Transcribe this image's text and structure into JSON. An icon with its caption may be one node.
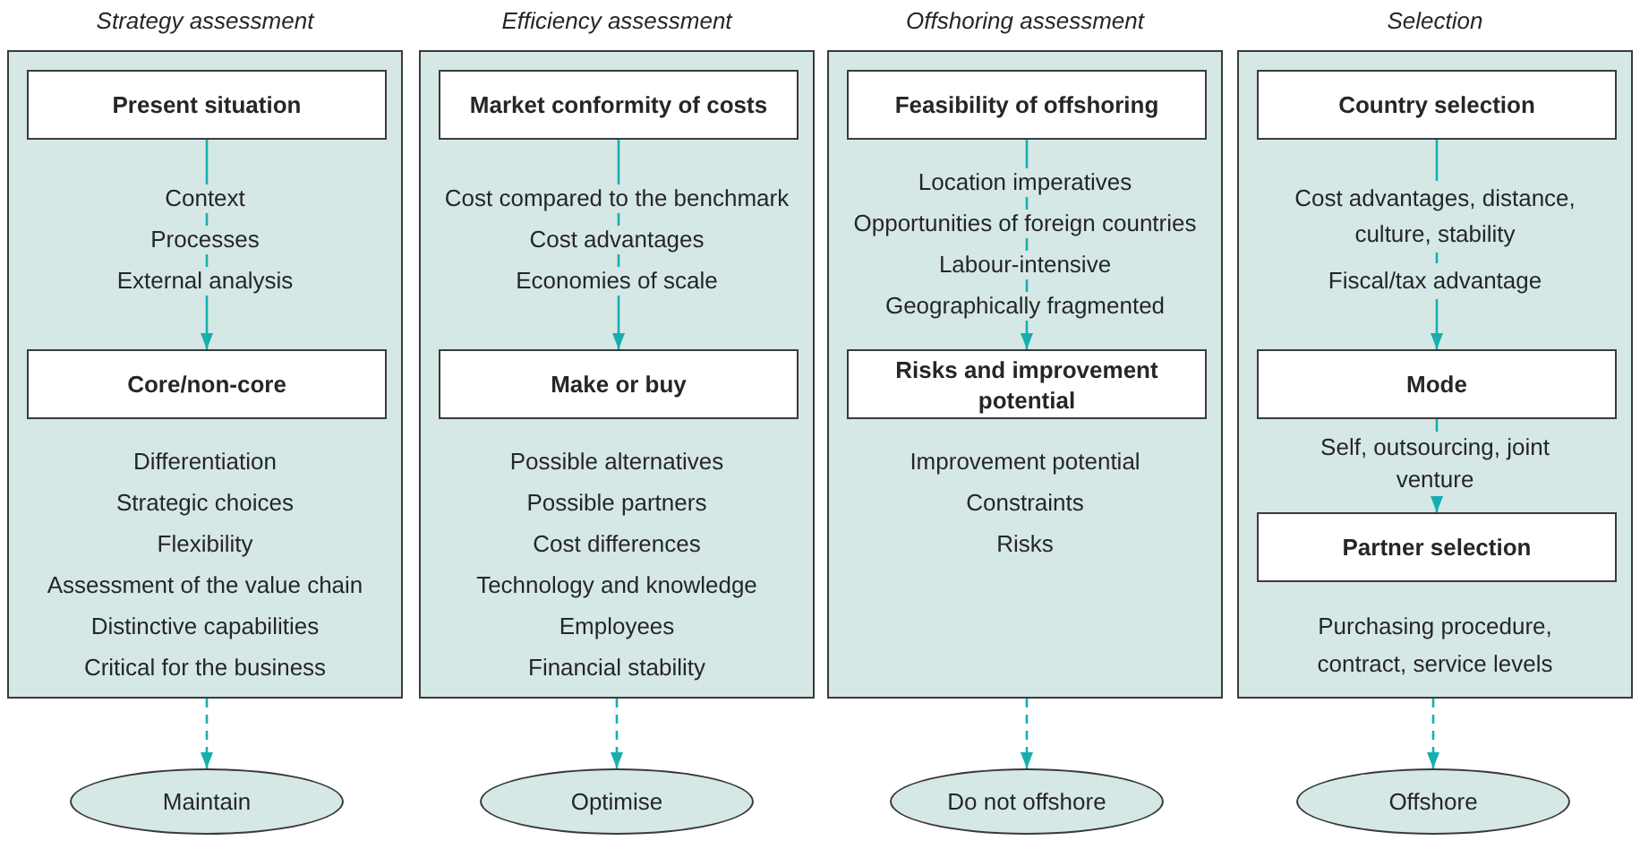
{
  "diagram": {
    "nodes": [
      {
        "text": [
          "Strategy assessment"
        ]
      },
      {
        "text": [
          "Present situation"
        ],
        "in": 0,
        "beside": [
          "Context",
          "Processes",
          "External analysis"
        ]
      },
      {
        "text": [
          "Core/non-core"
        ],
        "in": 0,
        "beside": [
          "Differentiation",
          "Strategic choices",
          "Flexibility",
          "Assessment of the value chain",
          "Distinctive capabilities",
          "Critical for the business"
        ]
      },
      {
        "text": [
          "Efficiency assessment"
        ]
      },
      {
        "text": [
          "Market conformity of costs"
        ],
        "in": 3,
        "beside": [
          "Cost compared to the benchmark",
          "Cost advantages",
          "Economies of scale"
        ]
      },
      {
        "text": [
          "Make or buy"
        ],
        "in": 3,
        "beside": [
          "Possible alternatives",
          "Possible partners",
          "Cost differences",
          "Technology and knowledge",
          "Employees",
          "Financial stability"
        ]
      },
      {
        "text": [
          "Offshoring assessment"
        ]
      },
      {
        "text": [
          "Feasibility of offshoring"
        ],
        "in": 6,
        "beside": [
          "Location imperatives",
          "Opportunities of foreign countries",
          "Labour-intensive",
          "Geographically fragmented"
        ]
      },
      {
        "text": [
          "Risks and improvement potential"
        ],
        "in": 6,
        "beside": [
          "Improvement potential",
          "Constraints",
          "Risks"
        ]
      },
      {
        "text": [
          "Selection"
        ]
      },
      {
        "text": [
          "Country selection"
        ],
        "in": 9,
        "beside": [
          "Cost advantages, distance, culture, stability",
          "Fiscal/tax advantage"
        ]
      },
      {
        "text": [
          "Mode"
        ],
        "in": 9,
        "beside": [
          "Self, outsourcing, joint venture"
        ]
      },
      {
        "text": [
          "Partner selection"
        ],
        "in": 9,
        "beside": [
          "Purchasing procedure, contract, service levels"
        ]
      },
      {
        "text": [
          "Maintain"
        ]
      },
      {
        "text": [
          "Optimise"
        ]
      },
      {
        "text": [
          "Do not offshore"
        ]
      },
      {
        "text": [
          "Offshore"
        ]
      }
    ],
    "edges": [
      {
        "from": 1,
        "to": 2,
        "arrow": "to"
      },
      {
        "from": 4,
        "to": 5,
        "arrow": "to"
      },
      {
        "from": 7,
        "to": 8,
        "arrow": "to"
      },
      {
        "from": 10,
        "to": 11,
        "arrow": "to"
      },
      {
        "from": 11,
        "to": 12,
        "arrow": "to"
      },
      {
        "from": 0,
        "to": 13,
        "arrow": "to",
        "style": "dashed"
      },
      {
        "from": 3,
        "to": 14,
        "arrow": "to",
        "style": "dashed"
      },
      {
        "from": 6,
        "to": 15,
        "arrow": "to",
        "style": "dashed"
      },
      {
        "from": 9,
        "to": 16,
        "arrow": "to",
        "style": "dashed"
      }
    ]
  }
}
